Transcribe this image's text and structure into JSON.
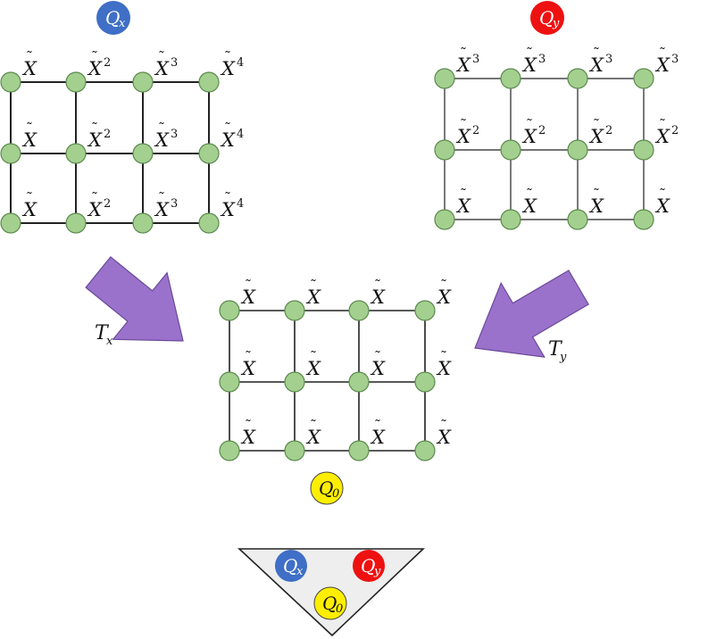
{
  "colors": {
    "node_fill": "#a3d08f",
    "node_stroke": "#5b8a4c",
    "edge": "#222222",
    "arrow": "#9b72cb",
    "arrow_stroke": "#6a4a9a",
    "qx": "#3f6fc6",
    "qy": "#ee1111",
    "q0": "#ffee00",
    "triangle_fill": "#eeeeee"
  },
  "lattices": {
    "qx": {
      "badge": {
        "main": "Q",
        "sub": "x"
      },
      "labels": [
        [
          {
            "text": "X",
            "power": ""
          },
          {
            "text": "X",
            "power": "2"
          },
          {
            "text": "X",
            "power": "3"
          },
          {
            "text": "X",
            "power": "4"
          }
        ],
        [
          {
            "text": "X",
            "power": ""
          },
          {
            "text": "X",
            "power": "2"
          },
          {
            "text": "X",
            "power": "3"
          },
          {
            "text": "X",
            "power": "4"
          }
        ],
        [
          {
            "text": "X",
            "power": ""
          },
          {
            "text": "X",
            "power": "2"
          },
          {
            "text": "X",
            "power": "3"
          },
          {
            "text": "X",
            "power": "4"
          }
        ]
      ]
    },
    "qy": {
      "badge": {
        "main": "Q",
        "sub": "y"
      },
      "labels": [
        [
          {
            "text": "X",
            "power": "3"
          },
          {
            "text": "X",
            "power": "3"
          },
          {
            "text": "X",
            "power": "3"
          },
          {
            "text": "X",
            "power": "3"
          }
        ],
        [
          {
            "text": "X",
            "power": "2"
          },
          {
            "text": "X",
            "power": "2"
          },
          {
            "text": "X",
            "power": "2"
          },
          {
            "text": "X",
            "power": "2"
          }
        ],
        [
          {
            "text": "X",
            "power": ""
          },
          {
            "text": "X",
            "power": ""
          },
          {
            "text": "X",
            "power": ""
          },
          {
            "text": "X",
            "power": ""
          }
        ]
      ]
    },
    "q0": {
      "badge": {
        "main": "Q",
        "sub": "0"
      },
      "labels": [
        [
          {
            "text": "X",
            "power": ""
          },
          {
            "text": "X",
            "power": ""
          },
          {
            "text": "X",
            "power": ""
          },
          {
            "text": "X",
            "power": ""
          }
        ],
        [
          {
            "text": "X",
            "power": ""
          },
          {
            "text": "X",
            "power": ""
          },
          {
            "text": "X",
            "power": ""
          },
          {
            "text": "X",
            "power": ""
          }
        ],
        [
          {
            "text": "X",
            "power": ""
          },
          {
            "text": "X",
            "power": ""
          },
          {
            "text": "X",
            "power": ""
          },
          {
            "text": "X",
            "power": ""
          }
        ]
      ]
    }
  },
  "arrows": {
    "left": {
      "main": "T",
      "sub": "x"
    },
    "right": {
      "main": "T",
      "sub": "y"
    }
  },
  "triangle": {
    "qx": {
      "main": "Q",
      "sub": "x"
    },
    "qy": {
      "main": "Q",
      "sub": "y"
    },
    "q0": {
      "main": "Q",
      "sub": "0"
    }
  }
}
